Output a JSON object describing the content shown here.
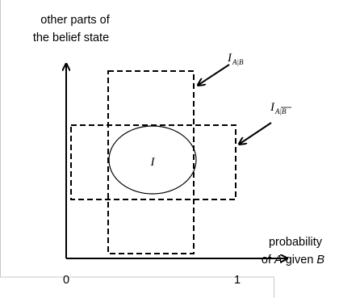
{
  "y_axis_label": {
    "line1": "other parts of",
    "line2": "the belief state"
  },
  "x_axis_label": {
    "line1": "probability",
    "line2_prefix": "of ",
    "line2_var": "A",
    "line2_suffix": " given ",
    "line2_var2": "B"
  },
  "origin_label": "0",
  "x_end_label": "1",
  "center_label": "I",
  "label_a_given_b": {
    "base": "I",
    "subscript": "A|B"
  },
  "label_a_given_not_b": {
    "base": "I",
    "subscript": "A|B",
    "overline": true
  }
}
